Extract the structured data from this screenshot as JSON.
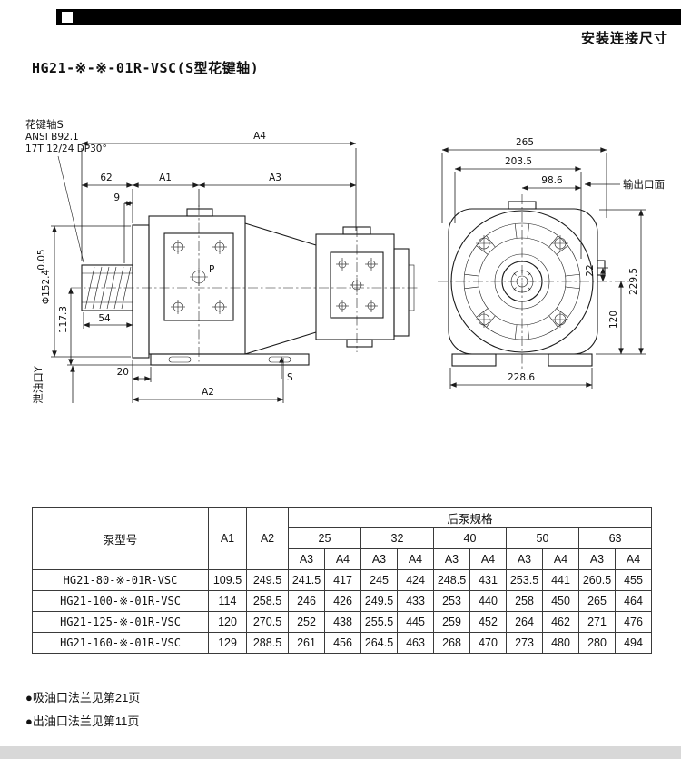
{
  "header": {
    "title": "安装连接尺寸"
  },
  "doc": {
    "title": "HG21-※-※-01R-VSC(S型花键轴)"
  },
  "drawing": {
    "spline_note": {
      "l1": "花键轴S",
      "l2": "ANSI B92.1",
      "l3": "17T 12/24 DP30°"
    },
    "side": {
      "A4": "A4",
      "A3": "A3",
      "A1": "A1",
      "A2": "A2",
      "d62": "62",
      "d9": "9",
      "dia": "Φ152.4",
      "dia_tol": "-0.05",
      "d117": "117.3",
      "d54": "54",
      "d20": "20",
      "P": "P",
      "S": "S",
      "drain": "泄油口Y"
    },
    "front": {
      "d265": "265",
      "d203": "203.5",
      "d98": "98.6",
      "outlet_face": "输出口面",
      "d22": "22",
      "d229": "229.5",
      "d120": "120",
      "d228": "228.6"
    }
  },
  "table": {
    "col_model": "泵型号",
    "col_a1": "A1",
    "col_a2": "A2",
    "group_header": "后泵规格",
    "sizes": [
      "25",
      "32",
      "40",
      "50",
      "63"
    ],
    "sub": [
      "A3",
      "A4"
    ],
    "rows": [
      {
        "model": "HG21-80-※-01R-VSC",
        "cells": [
          "109.5",
          "249.5",
          "241.5",
          "417",
          "245",
          "424",
          "248.5",
          "431",
          "253.5",
          "441",
          "260.5",
          "455"
        ]
      },
      {
        "model": "HG21-100-※-01R-VSC",
        "cells": [
          "114",
          "258.5",
          "246",
          "426",
          "249.5",
          "433",
          "253",
          "440",
          "258",
          "450",
          "265",
          "464"
        ]
      },
      {
        "model": "HG21-125-※-01R-VSC",
        "cells": [
          "120",
          "270.5",
          "252",
          "438",
          "255.5",
          "445",
          "259",
          "452",
          "264",
          "462",
          "271",
          "476"
        ]
      },
      {
        "model": "HG21-160-※-01R-VSC",
        "cells": [
          "129",
          "288.5",
          "261",
          "456",
          "264.5",
          "463",
          "268",
          "470",
          "273",
          "480",
          "280",
          "494"
        ]
      }
    ]
  },
  "notes": [
    "●吸油口法兰见第21页",
    "●出油口法兰见第11页"
  ]
}
